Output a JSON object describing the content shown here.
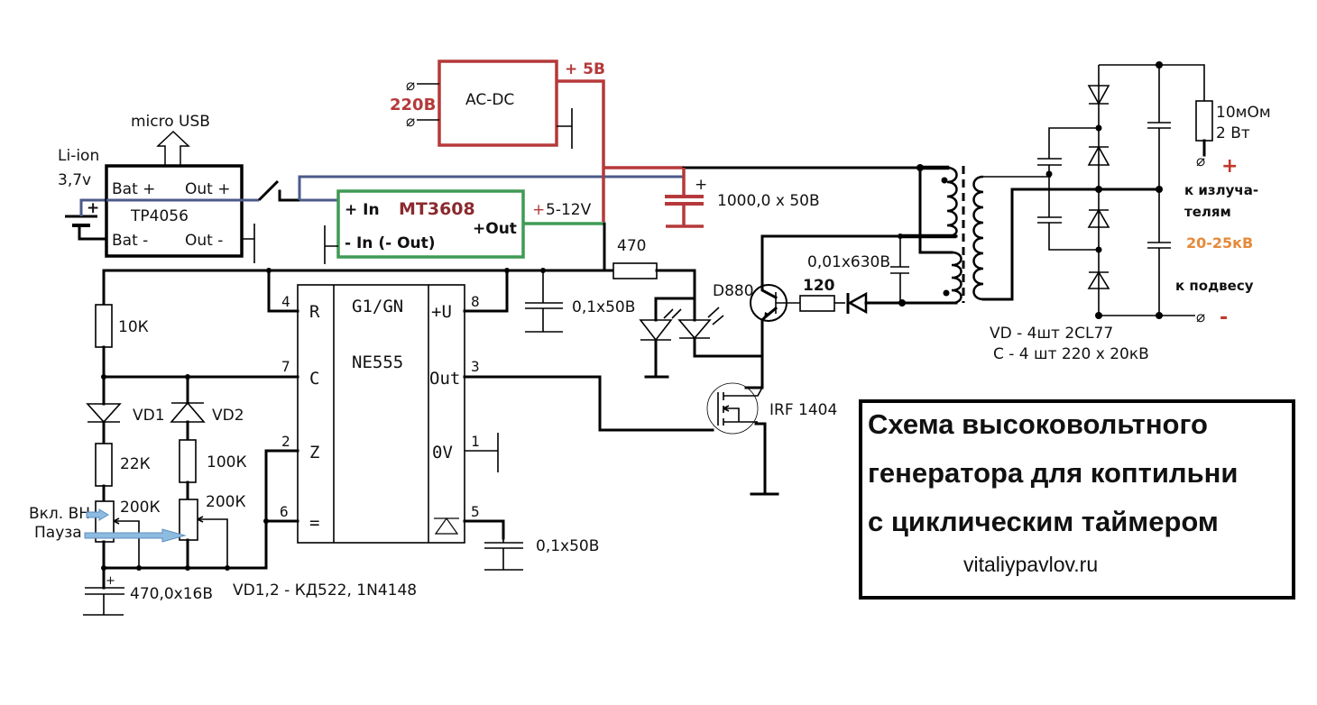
{
  "title_block": {
    "line1": "Схема высоковольтного",
    "line2": "генератора для коптильни",
    "line3": "с циклическим таймером",
    "website": "vitaliypavlov.ru"
  },
  "colors": {
    "ac_dc_supply": "#b5393a",
    "battery_line": "#4b5a8a",
    "boost_converter": "#3f9a55",
    "output_voltage": "#e58a3a",
    "polarity_plus": "#c0392b"
  },
  "power": {
    "usb_label": "micro USB",
    "battery_label_1": "Li-ion",
    "battery_label_2": "3,7v",
    "battery_plus": "+",
    "charger": {
      "name": "TP4056",
      "bat_plus": "Bat +",
      "bat_minus": "Bat -",
      "out_plus": "Out +",
      "out_minus": "Out -"
    },
    "ac_dc": {
      "name": "AC-DC",
      "input_label": "220В",
      "output_label": "+ 5В",
      "terminal_glyph": "⌀"
    },
    "boost": {
      "name": "MT3608",
      "in_plus": "+ In",
      "in_minus": "- In (- Out)",
      "out_plus": "+Out",
      "out_voltage_sign": "+",
      "out_voltage": "5-12V"
    },
    "main_cap": {
      "plus": "+",
      "value": "1000,0 x 50В"
    }
  },
  "timer": {
    "ic_name": "NE555",
    "ic_function": "G1/GN",
    "pins": [
      {
        "num": "4",
        "name": "R"
      },
      {
        "num": "7",
        "name": "C"
      },
      {
        "num": "2",
        "name": "Z"
      },
      {
        "num": "6",
        "name": "="
      },
      {
        "num": "8",
        "name": "+U"
      },
      {
        "num": "3",
        "name": "Out"
      },
      {
        "num": "1",
        "name": "0V"
      },
      {
        "num": "5",
        "name": "△"
      }
    ],
    "r_top": "10К",
    "vd1": "VD1",
    "vd2": "VD2",
    "r_vd1": "22К",
    "r_vd2": "100К",
    "pot1": "200К",
    "pot2": "200К",
    "pot1_label": "Вкл. ВН",
    "pot2_label": "Пауза",
    "timing_cap_plus": "+",
    "timing_cap": "470,0х16В",
    "diode_note": "VD1,2 - КД522, 1N4148",
    "cap_pin8": "0,1х50В",
    "cap_pin5": "0,1х50В"
  },
  "driver": {
    "r_led": "470",
    "transistor": "D880",
    "r_base": "120",
    "cap_snubber": "0,01х630В",
    "mosfet": "IRF 1404"
  },
  "multiplier": {
    "r_out_1": "10мОм",
    "r_out_2": "2 Вт",
    "plus_sign": "+",
    "minus_sign": "-",
    "to_emitters_1": "к излуча-",
    "to_emitters_2": "телям",
    "voltage": "20-25кВ",
    "to_suspension": "к  подвесу",
    "vd_note": "VD - 4шт  2CL77",
    "c_note": "С  - 4 шт 220 х 20кВ"
  }
}
